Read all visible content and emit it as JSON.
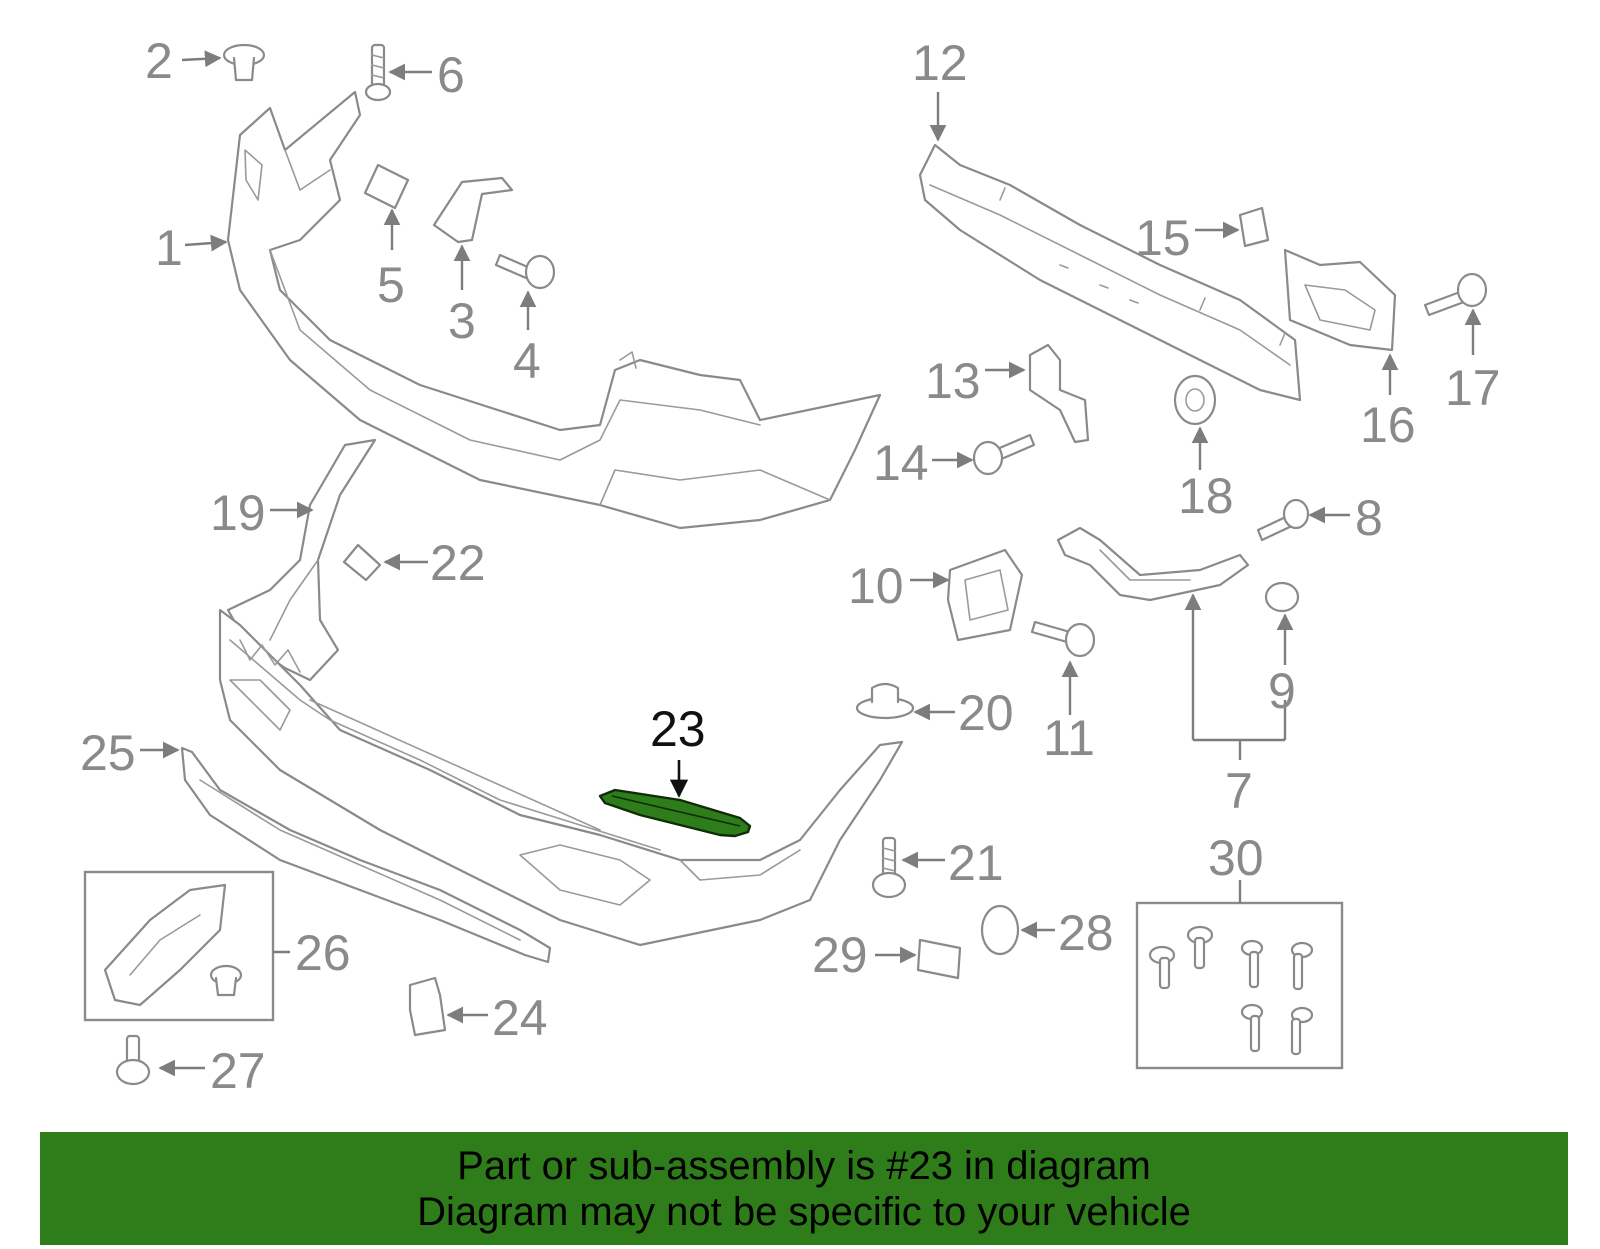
{
  "callouts": {
    "c1": "1",
    "c2": "2",
    "c3": "3",
    "c4": "4",
    "c5": "5",
    "c6": "6",
    "c7": "7",
    "c8": "8",
    "c9": "9",
    "c10": "10",
    "c11": "11",
    "c12": "12",
    "c13": "13",
    "c14": "14",
    "c15": "15",
    "c16": "16",
    "c17": "17",
    "c18": "18",
    "c19": "19",
    "c20": "20",
    "c21": "21",
    "c22": "22",
    "c23": "23",
    "c24": "24",
    "c25": "25",
    "c26": "26",
    "c27": "27",
    "c28": "28",
    "c29": "29",
    "c30": "30"
  },
  "highlighted_part": "23",
  "colors": {
    "highlight": "#2e7d1a",
    "line_art": "#8a8a8a",
    "banner": "#2e7d1a"
  },
  "banner": {
    "line1": "Part or sub-assembly is #23 in diagram",
    "line2": "Diagram may not be specific to your vehicle"
  }
}
